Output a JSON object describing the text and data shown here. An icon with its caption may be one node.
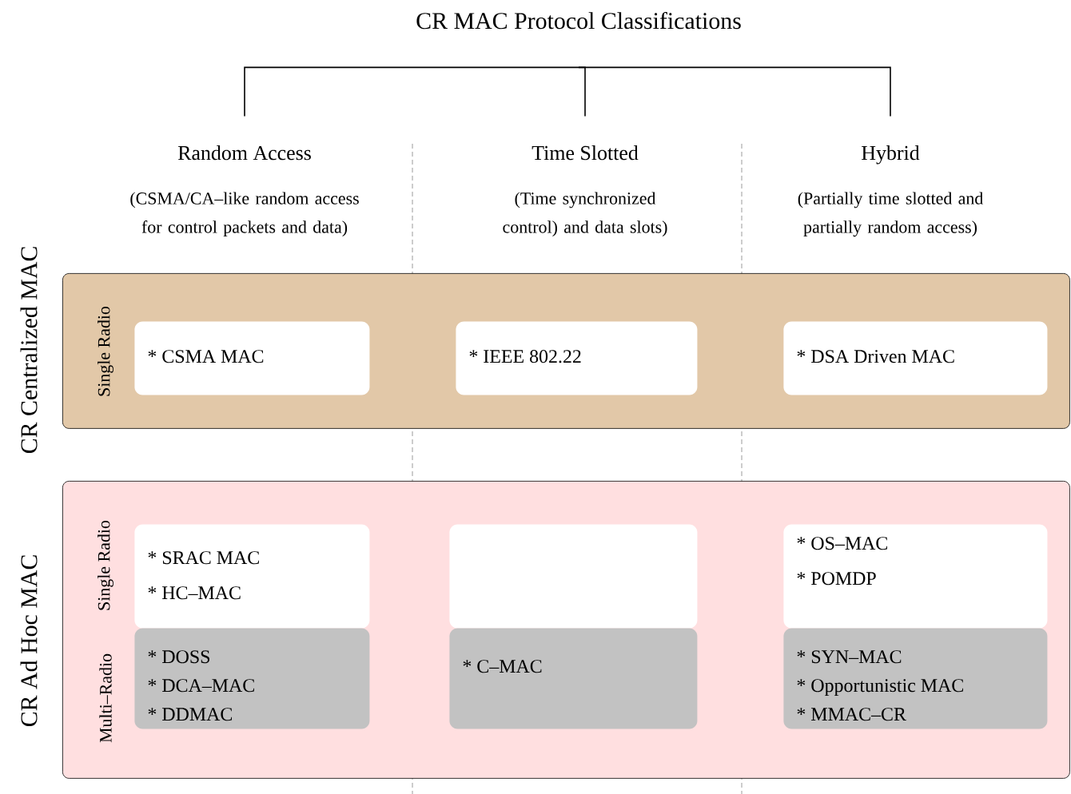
{
  "diagram": {
    "nodes": [
      {
        "text": [
          "CR MAC Protocol Classifications"
        ]
      },
      {
        "text": [
          "Random Access"
        ],
        "beside": [
          "(CSMA/CA–like random access for control packets and data)"
        ]
      },
      {
        "text": [
          "Time Slotted"
        ],
        "beside": [
          "(Time synchronized control) and data slots)"
        ]
      },
      {
        "text": [
          "Hybrid"
        ],
        "beside": [
          "(Partially time slotted and partially random access)"
        ]
      },
      {
        "text": [
          "CR Centralized MAC",
          "Single Radio"
        ]
      },
      {
        "text": [
          "* CSMA MAC"
        ],
        "in": 4
      },
      {
        "text": [
          "* IEEE 802.22"
        ],
        "in": 4
      },
      {
        "text": [
          "* DSA Driven MAC"
        ],
        "in": 4
      },
      {
        "text": [
          "CR Ad Hoc MAC",
          "Single Radio",
          "Multi–Radio"
        ]
      },
      {
        "text": [
          "* SRAC MAC",
          "* HC–MAC"
        ],
        "in": 8
      },
      {
        "text": [],
        "shape": "box",
        "in": 8
      },
      {
        "text": [
          "* OS–MAC",
          "* POMDP"
        ],
        "in": 8
      },
      {
        "text": [
          "* DOSS",
          "* DCA–MAC",
          "* DDMAC"
        ],
        "in": 8
      },
      {
        "text": [
          "* C–MAC"
        ],
        "in": 8
      },
      {
        "text": [
          "* SYN–MAC",
          "* Opportunistic MAC",
          "* MMAC–CR"
        ],
        "in": 8
      }
    ],
    "edges": [
      {
        "from": 0,
        "to": 1,
        "arrow": "none"
      },
      {
        "from": 0,
        "to": 2,
        "arrow": "none"
      },
      {
        "from": 0,
        "to": 3,
        "arrow": "none"
      }
    ]
  }
}
